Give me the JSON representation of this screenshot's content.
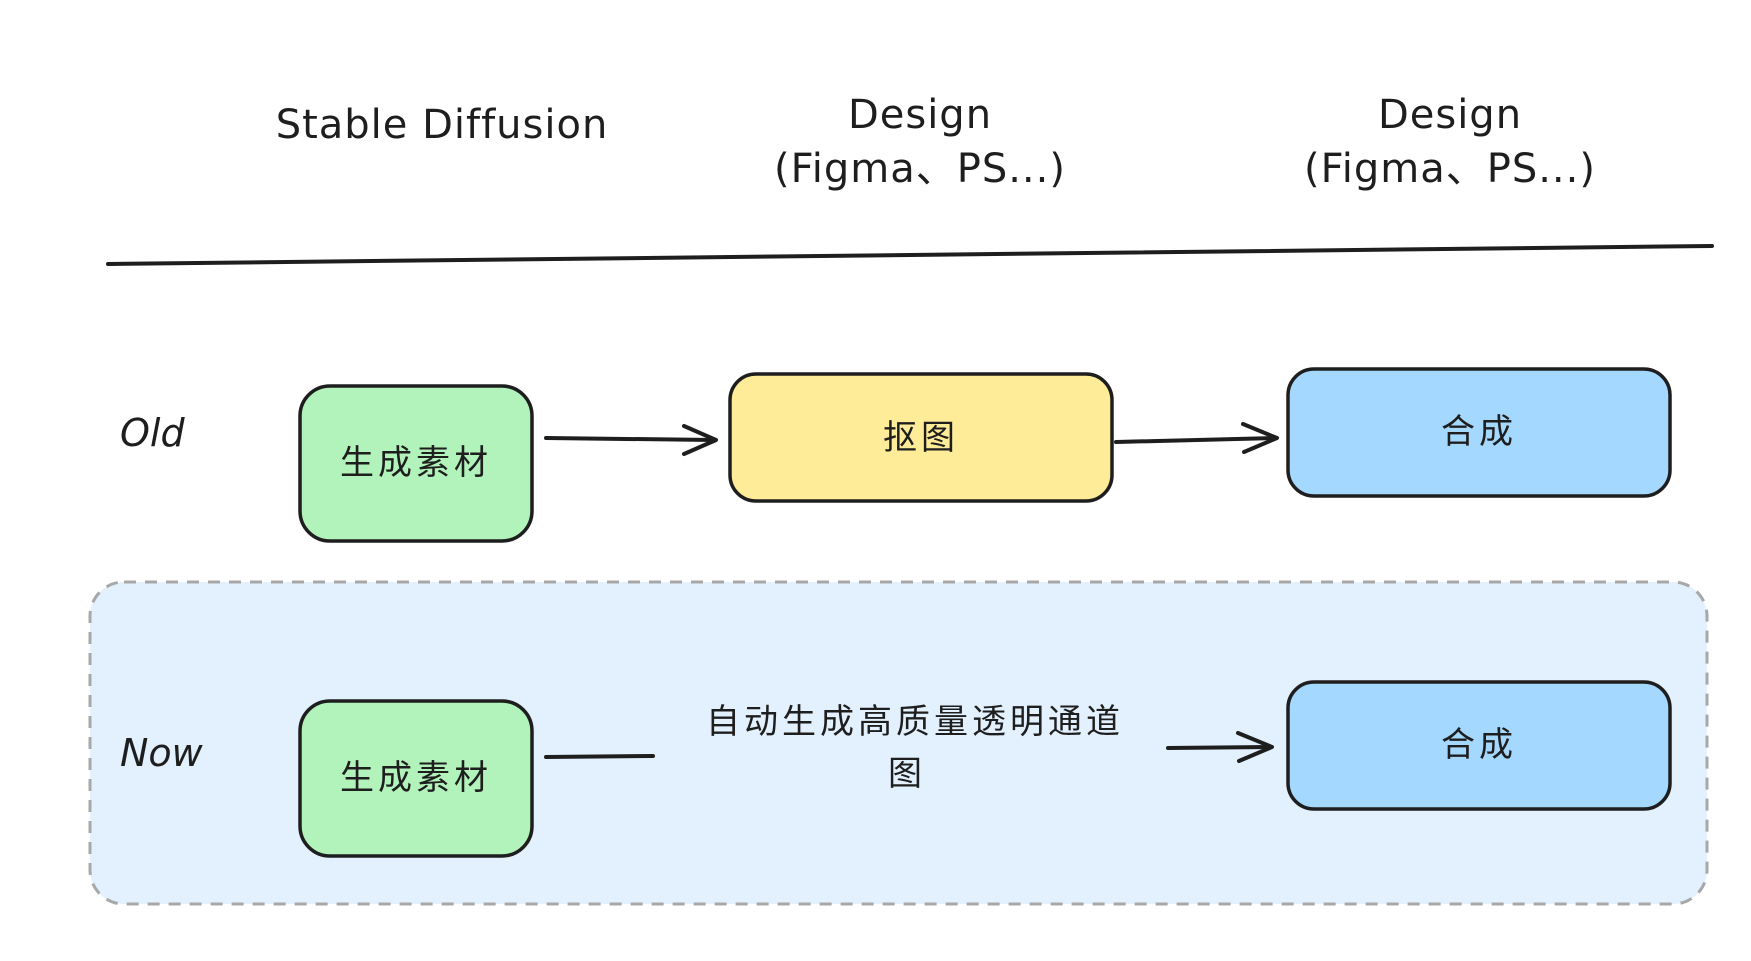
{
  "columns": {
    "col1": "Stable Diffusion",
    "col2_line1": "Design",
    "col2_line2": "(Figma、PS...)",
    "col3_line1": "Design",
    "col3_line2": "(Figma、PS...)"
  },
  "rows": {
    "old": {
      "label": "Old",
      "step1": "生成素材",
      "step2": "抠图",
      "step3": "合成"
    },
    "now": {
      "label": "Now",
      "step1": "生成素材",
      "connector_line1": "自动生成高质量透明通道",
      "connector_line2": "图",
      "step3": "合成"
    }
  },
  "colors": {
    "green_box": "#b2f2bb",
    "yellow_box": "#ffec99",
    "blue_box": "#a5d8ff",
    "highlight_region": "#e3f0fd",
    "highlight_border": "#a8a8a8",
    "stroke": "#1e1e1e"
  }
}
